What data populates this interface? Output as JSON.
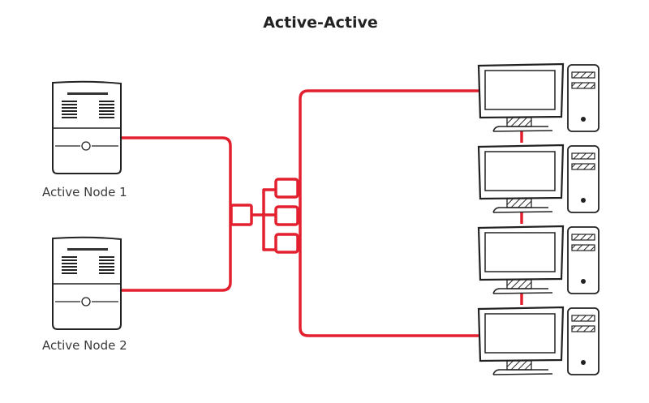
{
  "title": "Active-Active",
  "colors": {
    "link": "#e3202f",
    "outline": "#222222",
    "background": "#ffffff"
  },
  "nodes": [
    {
      "id": "node-1",
      "label": "Active Node 1",
      "icon": "server-icon"
    },
    {
      "id": "node-2",
      "label": "Active Node 2",
      "icon": "server-icon"
    }
  ],
  "switch": {
    "icon": "network-switch-icon"
  },
  "clients": [
    {
      "id": "client-1",
      "icon": "desktop-computer-icon"
    },
    {
      "id": "client-2",
      "icon": "desktop-computer-icon"
    },
    {
      "id": "client-3",
      "icon": "desktop-computer-icon"
    },
    {
      "id": "client-4",
      "icon": "desktop-computer-icon"
    }
  ]
}
